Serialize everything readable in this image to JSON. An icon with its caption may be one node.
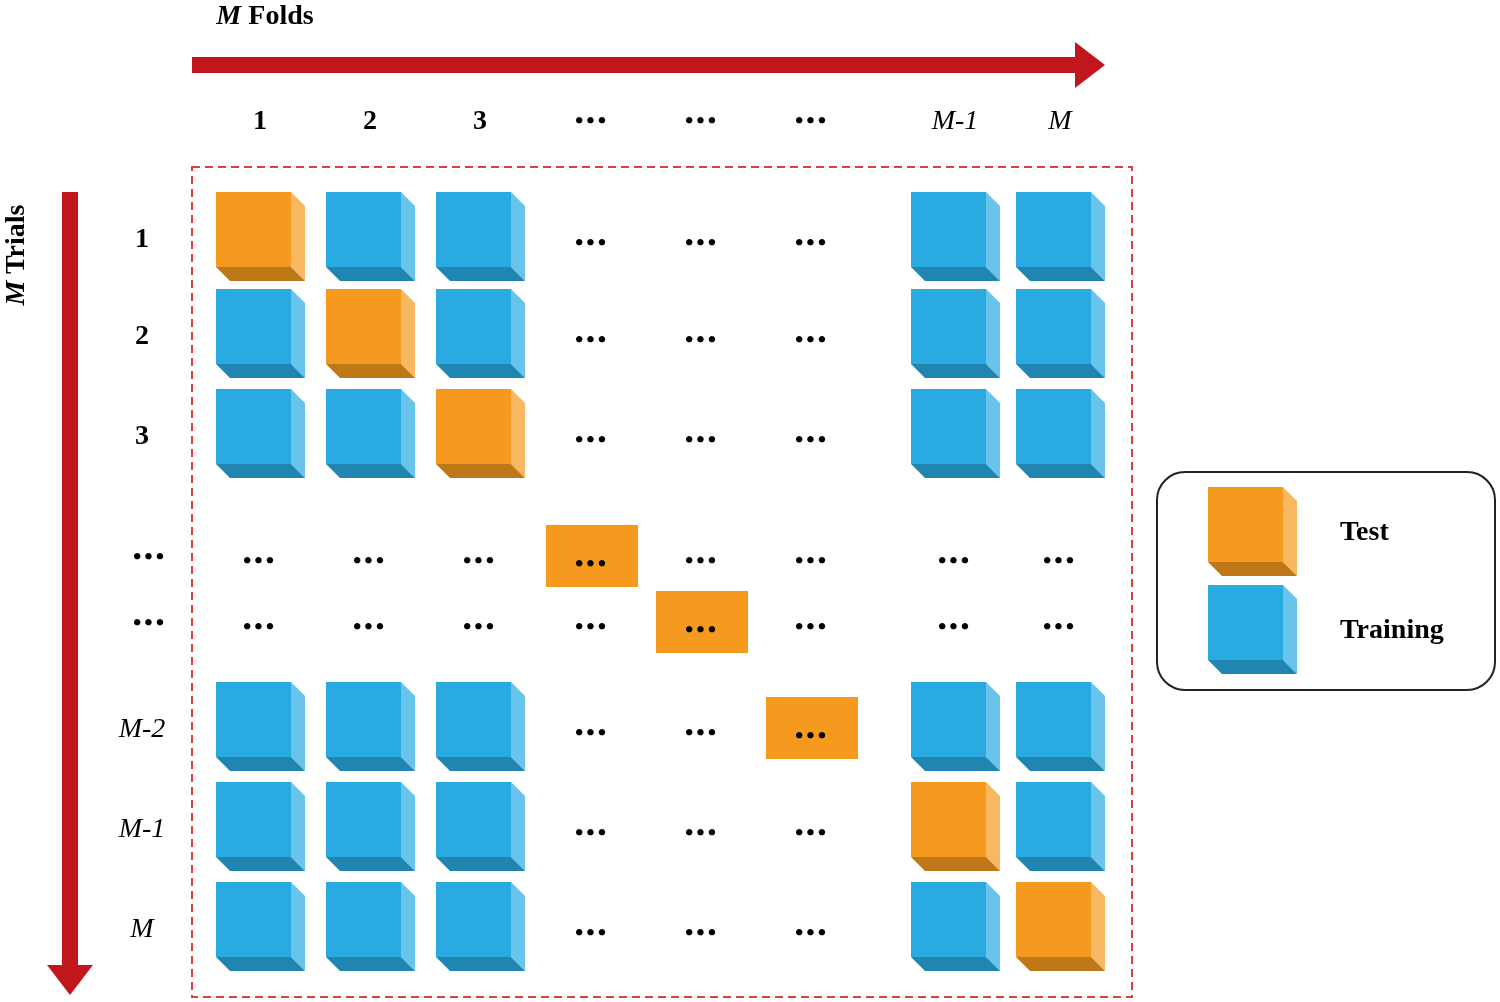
{
  "diagram": {
    "nodes": [
      {
        "text": [],
        "shape": "cube"
      },
      {
        "text": [],
        "shape": "cube"
      },
      {
        "text": [],
        "shape": "cube"
      },
      {
        "text": [],
        "shape": "cube"
      },
      {
        "text": [],
        "shape": "cube"
      },
      {
        "text": [],
        "shape": "cube"
      },
      {
        "text": [],
        "shape": "cube"
      },
      {
        "text": [],
        "shape": "cube"
      },
      {
        "text": [],
        "shape": "cube"
      },
      {
        "text": [],
        "shape": "cube"
      },
      {
        "text": [],
        "shape": "cube"
      },
      {
        "text": [],
        "shape": "cube"
      },
      {
        "text": [],
        "shape": "cube"
      },
      {
        "text": [],
        "shape": "cube"
      },
      {
        "text": [],
        "shape": "cube"
      },
      {
        "text": [
          "•••"
        ]
      },
      {
        "text": [
          "•••"
        ]
      },
      {
        "text": [],
        "shape": "cube"
      },
      {
        "text": [],
        "shape": "cube"
      },
      {
        "text": [],
        "shape": "cube"
      },
      {
        "text": [
          "•••"
        ]
      },
      {
        "text": [],
        "shape": "cube"
      },
      {
        "text": [],
        "shape": "cube"
      },
      {
        "text": [],
        "shape": "cube"
      },
      {
        "text": [],
        "shape": "cube"
      },
      {
        "text": [],
        "shape": "cube"
      },
      {
        "text": [],
        "shape": "cube"
      },
      {
        "text": [],
        "shape": "cube"
      },
      {
        "text": [],
        "shape": "cube"
      },
      {
        "text": [],
        "shape": "cube"
      },
      {
        "text": [],
        "shape": "cube"
      },
      {
        "text": [],
        "shape": "cube"
      },
      {
        "text": [],
        "shape": "cube"
      }
    ],
    "labels": [
      "*M* Folds",
      "1",
      "2",
      "3",
      "•••",
      "•••",
      "•••",
      "M-1",
      "M",
      "*M* Trials",
      "1",
      "•••",
      "•••",
      "•••",
      "2",
      "•••",
      "•••",
      "•••",
      "3",
      "•••",
      "•••",
      "•••",
      "•••",
      "•••",
      "•••",
      "•••",
      "•••",
      "•••",
      "•••",
      "•••",
      "•••",
      "•••",
      "•••",
      "•••",
      "•••",
      "•••",
      "•••",
      "•••",
      "M-2",
      "•••",
      "•••",
      "M-1",
      "•••",
      "•••",
      "•••",
      "M",
      "•••",
      "•••",
      "•••"
    ],
    "legend": [
      {
        "text": "Test",
        "color": "#f59a1f"
      },
      {
        "text": "Training",
        "color": "#29abe2"
      }
    ]
  }
}
